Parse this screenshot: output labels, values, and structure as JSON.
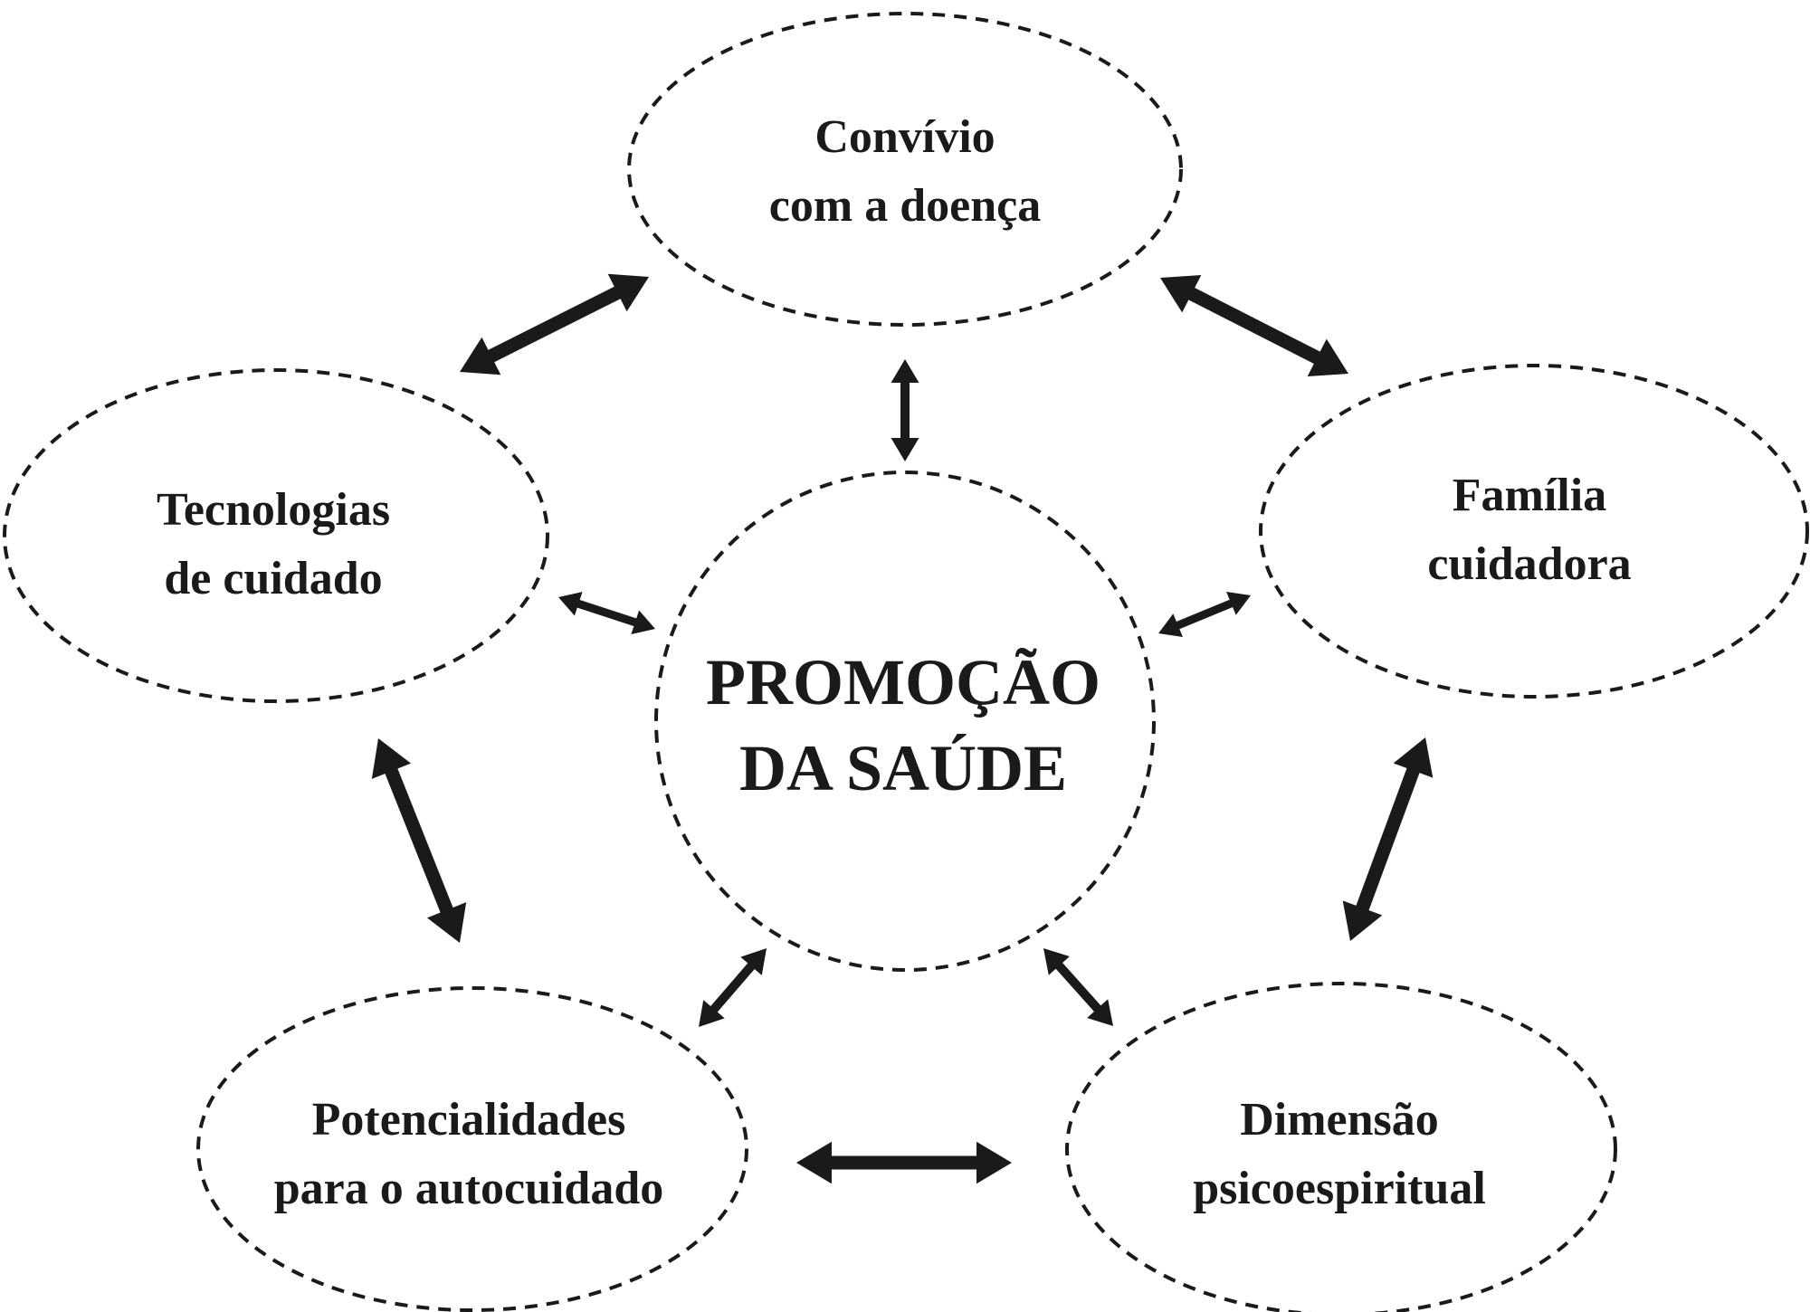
{
  "diagram": {
    "nodes": {
      "top": [
        "Convívio",
        "com a doença"
      ],
      "left": [
        "Tecnologias",
        "de cuidado"
      ],
      "right": [
        "Família",
        "cuidadora"
      ],
      "center": [
        "PROMOÇÃO",
        "DA SAÚDE"
      ],
      "bottom_left": [
        "Potencialidades",
        "para o autocuidado"
      ],
      "bottom_right": [
        "Dimensão",
        "psicoespiritual"
      ]
    },
    "edges": [
      {
        "from": "top",
        "to": "left"
      },
      {
        "from": "top",
        "to": "right"
      },
      {
        "from": "top",
        "to": "center"
      },
      {
        "from": "left",
        "to": "center"
      },
      {
        "from": "right",
        "to": "center"
      },
      {
        "from": "left",
        "to": "bottom_left"
      },
      {
        "from": "right",
        "to": "bottom_right"
      },
      {
        "from": "center",
        "to": "bottom_left"
      },
      {
        "from": "center",
        "to": "bottom_right"
      },
      {
        "from": "bottom_left",
        "to": "bottom_right"
      }
    ],
    "colors": {
      "stroke": "#1a1a1a",
      "background": "#ffffff"
    }
  }
}
